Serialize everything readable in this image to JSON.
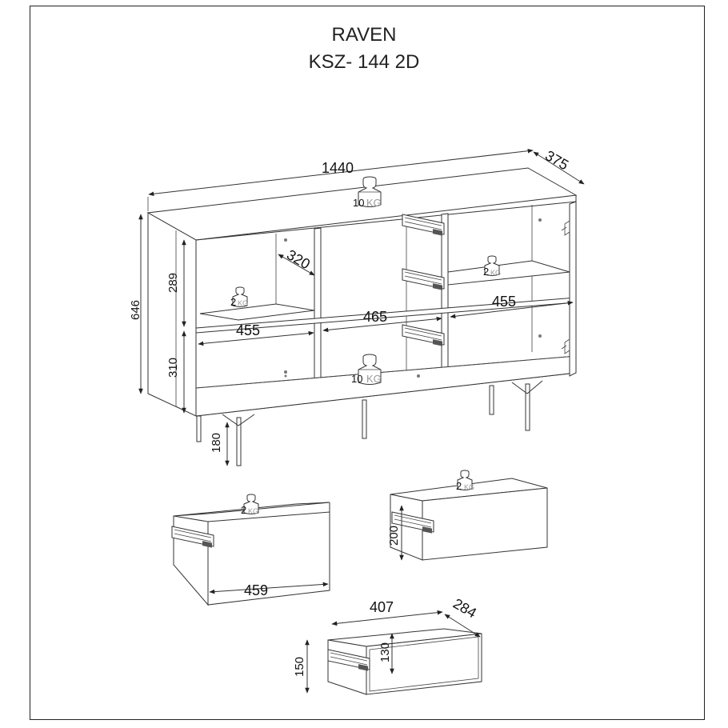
{
  "title": {
    "line1": "RAVEN",
    "line2": "KSZ- 144 2D"
  },
  "dimensions": {
    "total_width": "1440",
    "total_depth": "375",
    "total_height": "646",
    "upper_height": "289",
    "lower_height": "310",
    "leg_height": "180",
    "shelf_depth": "320",
    "left_width": "455",
    "middle_width": "465",
    "right_width": "455",
    "drawer_front_width": "459",
    "drawer_front_height": "200",
    "drawer_box_width": "407",
    "drawer_box_depth": "284",
    "drawer_box_height": "150",
    "drawer_inner_height": "130"
  },
  "loads": {
    "top": {
      "value": "10",
      "unit": "KG"
    },
    "left_shelf": {
      "value": "2",
      "unit": "KG"
    },
    "middle_bottom": {
      "value": "10",
      "unit": "KG"
    },
    "right_shelf": {
      "value": "2",
      "unit": "KG"
    },
    "drawer_left": {
      "value": "2",
      "unit": "KG"
    },
    "drawer_right": {
      "value": "2",
      "unit": "KG"
    }
  }
}
